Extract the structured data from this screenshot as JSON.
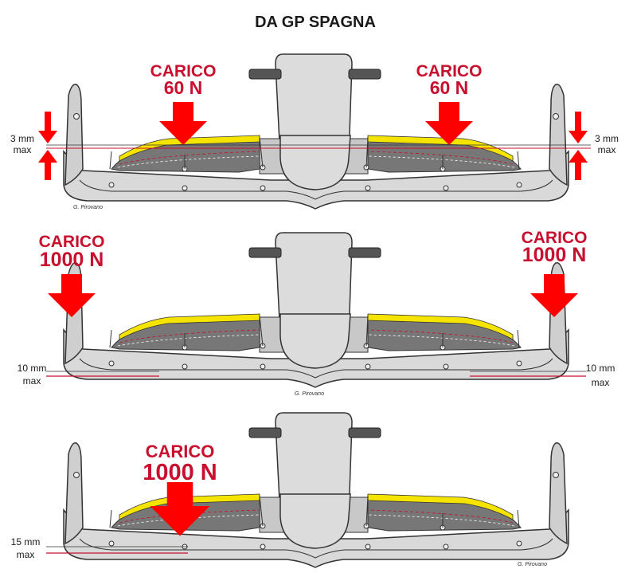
{
  "title": "DA GP SPAGNA",
  "colors": {
    "load_arrow": "#ff0000",
    "load_text": "#c8102e",
    "wing_body": "#d9d9d9",
    "wing_dark": "#777777",
    "flap_yellow": "#f5e400",
    "outline": "#333333"
  },
  "panels": [
    {
      "load_label": "CARICO",
      "load_value_left": "60 N",
      "load_value_right": "60 N",
      "deflection_value": "3 mm",
      "deflection_suffix": "max",
      "credit": "G. Pirovano"
    },
    {
      "load_label": "CARICO",
      "load_value_left": "1000 N",
      "load_value_right": "1000 N",
      "deflection_value": "10 mm",
      "deflection_suffix": "max",
      "credit": "G. Pirovano"
    },
    {
      "load_label": "CARICO",
      "load_value_left": "1000 N",
      "deflection_value": "15 mm",
      "deflection_suffix": "max",
      "credit": "G. Pirovano"
    }
  ]
}
